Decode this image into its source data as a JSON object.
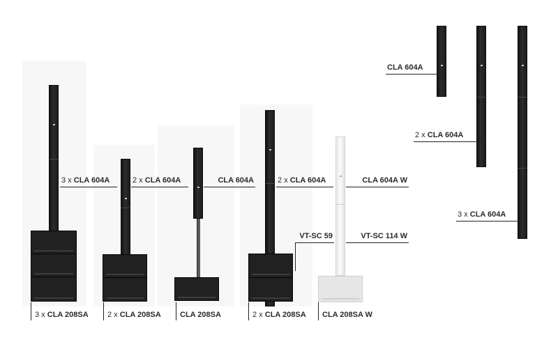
{
  "labels": {
    "upper_left_1": {
      "qty": "3 x",
      "model": "CLA 604A"
    },
    "upper_left_2": {
      "qty": "2 x",
      "model": "CLA 604A"
    },
    "upper_center_1": {
      "qty": "",
      "model": "CLA 604A"
    },
    "upper_center_2": {
      "qty": "2 x",
      "model": "CLA 604A"
    },
    "upper_white": {
      "qty": "",
      "model": "CLA 604A W"
    },
    "vtsc": {
      "qty": "",
      "model": "VT-SC 59"
    },
    "vtsc_white": {
      "qty": "",
      "model": "VT-SC 114 W"
    },
    "bottom_1": {
      "qty": "3 x",
      "model": "CLA 208SA"
    },
    "bottom_2": {
      "qty": "2 x",
      "model": "CLA 208SA"
    },
    "bottom_3": {
      "qty": "",
      "model": "CLA 208SA"
    },
    "bottom_4": {
      "qty": "2 x",
      "model": "CLA 208SA"
    },
    "bottom_5": {
      "qty": "",
      "model": "CLA 208SA W"
    },
    "right_1": {
      "qty": "",
      "model": "CLA 604A"
    },
    "right_2": {
      "qty": "2 x",
      "model": "CLA 604A"
    },
    "right_3": {
      "qty": "3 x",
      "model": "CLA 604A"
    }
  }
}
